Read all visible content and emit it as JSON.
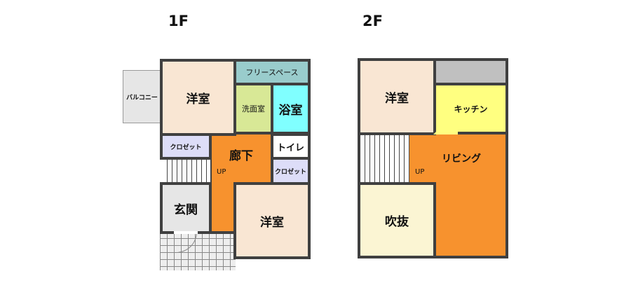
{
  "floor1": {
    "title": "1F",
    "rooms": {
      "western_room_top": "洋室",
      "free_space": "フリースペース",
      "washroom": "洗面室",
      "bathroom": "浴室",
      "toilet": "トイレ",
      "closet_left": "クロゼット",
      "closet_right": "クロゼット",
      "hallway": "廊下",
      "entrance": "玄関",
      "western_room_bottom": "洋室",
      "balcony": "バルコニー"
    },
    "stair_label": "UP"
  },
  "floor2": {
    "title": "2F",
    "rooms": {
      "western_room": "洋室",
      "kitchen": "キッチン",
      "living": "リビング",
      "atrium": "吹抜"
    },
    "stair_label": "UP"
  },
  "colors": {
    "western": "#f9e6d3",
    "free_space": "#99cccc",
    "washroom": "#d8e896",
    "bathroom": "#80ffff",
    "closet": "#ddddf8",
    "hallway": "#f7922e",
    "entrance": "#e6e6e6",
    "kitchen": "#ffff80",
    "atrium": "#fbf5d3",
    "storage": "#c0c0c0",
    "wall": "#404040"
  }
}
